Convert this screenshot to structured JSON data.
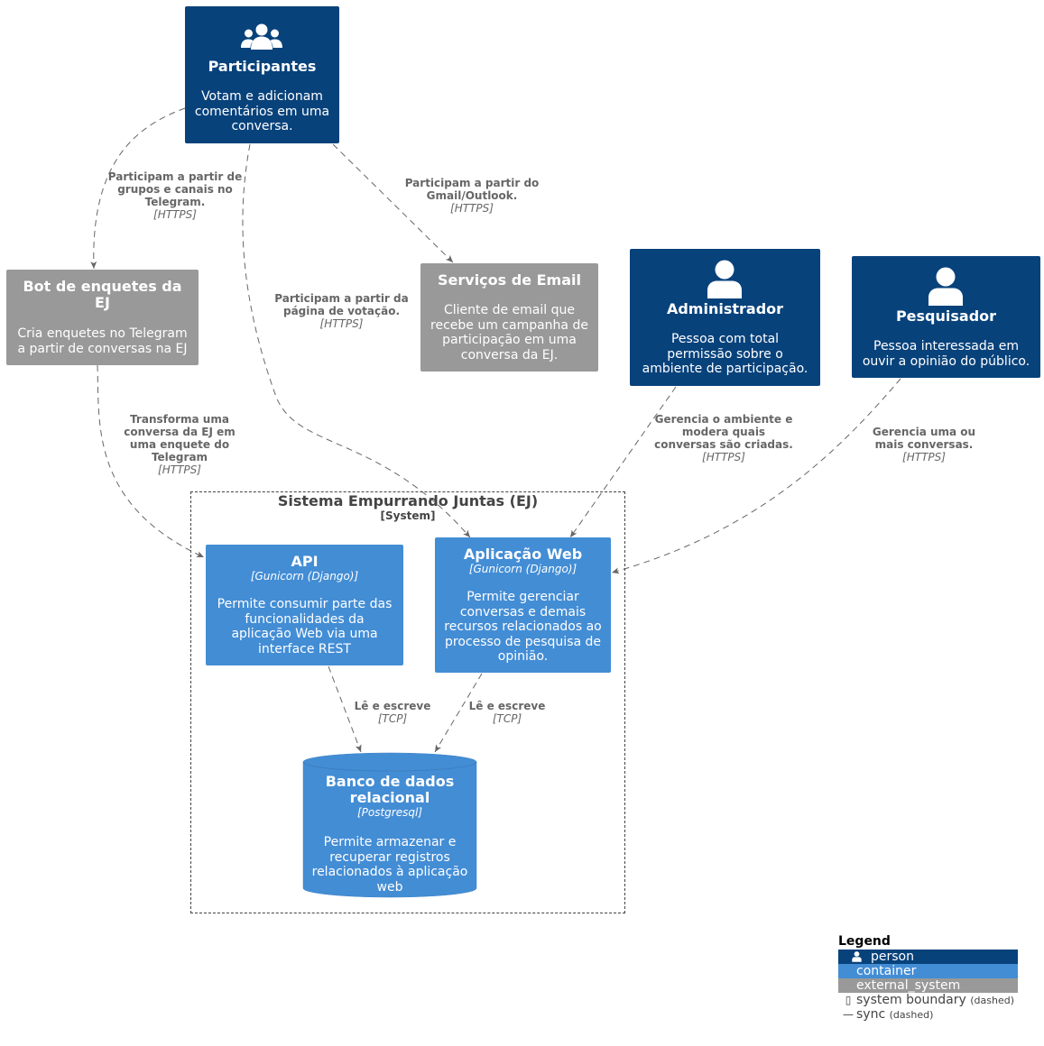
{
  "nodes": {
    "participantes": {
      "title": "Participantes",
      "desc": "Votam e adicionam comentários em uma conversa.",
      "icon": "people-icon"
    },
    "bot": {
      "title": "Bot de enquetes da EJ",
      "desc": "Cria enquetes no Telegram a partir de conversas na EJ"
    },
    "email": {
      "title": "Serviços de Email",
      "desc": "Cliente de email que recebe um campanha de participação em uma conversa da EJ."
    },
    "administrador": {
      "title": "Administrador",
      "desc": "Pessoa com total permissão sobre o ambiente de participação.",
      "icon": "person-icon"
    },
    "pesquisador": {
      "title": "Pesquisador",
      "desc": "Pessoa interessada em ouvir a opinião do público.",
      "icon": "person-icon"
    },
    "api": {
      "title": "API",
      "tech": "[Gunicorn (Django)]",
      "desc": "Permite consumir parte das funcionalidades da aplicação Web via uma interface REST"
    },
    "webapp": {
      "title": "Aplicação Web",
      "tech": "[Gunicorn (Django)]",
      "desc": "Permite gerenciar conversas e demais recursos relacionados ao processo de pesquisa de opinião."
    },
    "db": {
      "title": "Banco de dados relacional",
      "tech": "[Postgresql]",
      "desc": "Permite armazenar e recuperar registros relacionados à aplicação web"
    }
  },
  "boundary": {
    "title": "Sistema Empurrando Juntas (EJ)",
    "type": "[System]"
  },
  "edges": {
    "telegram": {
      "label": "Participam a partir de grupos e canais no Telegram.",
      "protocol": "[HTTPS]"
    },
    "votacao": {
      "label": "Participam a partir da página de votação.",
      "protocol": "[HTTPS]"
    },
    "gmail": {
      "label": "Participam a partir do Gmail/Outlook.",
      "protocol": "[HTTPS]"
    },
    "transforma": {
      "label": "Transforma uma conversa da EJ em uma enquete do Telegram",
      "protocol": "[HTTPS]"
    },
    "gerencia_admin": {
      "label": "Gerencia o ambiente e modera quais conversas são criadas.",
      "protocol": "[HTTPS]"
    },
    "gerencia_pesq": {
      "label": "Gerencia uma ou mais conversas.",
      "protocol": "[HTTPS]"
    },
    "api_db": {
      "label": "Lê e escreve",
      "protocol": "[TCP]"
    },
    "web_db": {
      "label": "Lê e escreve",
      "protocol": "[TCP]"
    }
  },
  "legend": {
    "title": "Legend",
    "person": "person",
    "container": "container",
    "external": "external_system",
    "boundary": "system boundary",
    "boundary_note": "(dashed)",
    "sync": "sync",
    "sync_note": "(dashed)"
  },
  "colors": {
    "person": "#08427b",
    "container": "#438dd5",
    "external": "#999999",
    "edge": "#666666"
  }
}
